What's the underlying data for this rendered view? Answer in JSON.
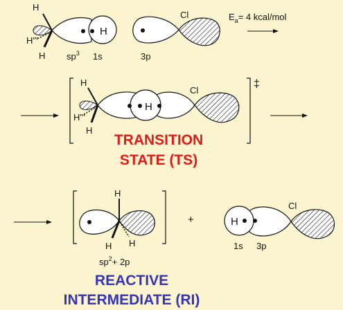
{
  "colors": {
    "background": "#fbf4cf",
    "ts_title": "#e11a1a",
    "ri_title": "#3434b8",
    "orbital_fill": "#ffffff",
    "stroke": "#111111"
  },
  "reactants": {
    "h_top": "H",
    "h_left": "H'''",
    "h_bottom": "H",
    "h_atom": "H",
    "label_sp3": "sp",
    "label_sp3_sup": "3",
    "label_1s": "1s",
    "cl": "Cl",
    "label_3p": "3p",
    "ea_prefix": "E",
    "ea_sub": "a",
    "ea_suffix": "= 4 kcal/mol"
  },
  "transition_state": {
    "h_top": "H",
    "h_left": "H'''",
    "h_bottom": "H",
    "h_atom": "H",
    "cl": "Cl",
    "double_dagger": "‡",
    "title_line1": "TRANSITION",
    "title_line2": "STATE (TS)"
  },
  "intermediate": {
    "h_top": "H",
    "h_bottom_left": "H",
    "h_bottom_right": "H",
    "label": "sp",
    "label_sup": "2",
    "label_suffix": "+ 2p",
    "plus": "+",
    "title_line1": "REACTIVE",
    "title_line2": "INTERMEDIATE (RI)"
  },
  "hcl_product": {
    "h_atom": "H",
    "cl": "Cl",
    "label_1s": "1s",
    "label_3p": "3p"
  }
}
